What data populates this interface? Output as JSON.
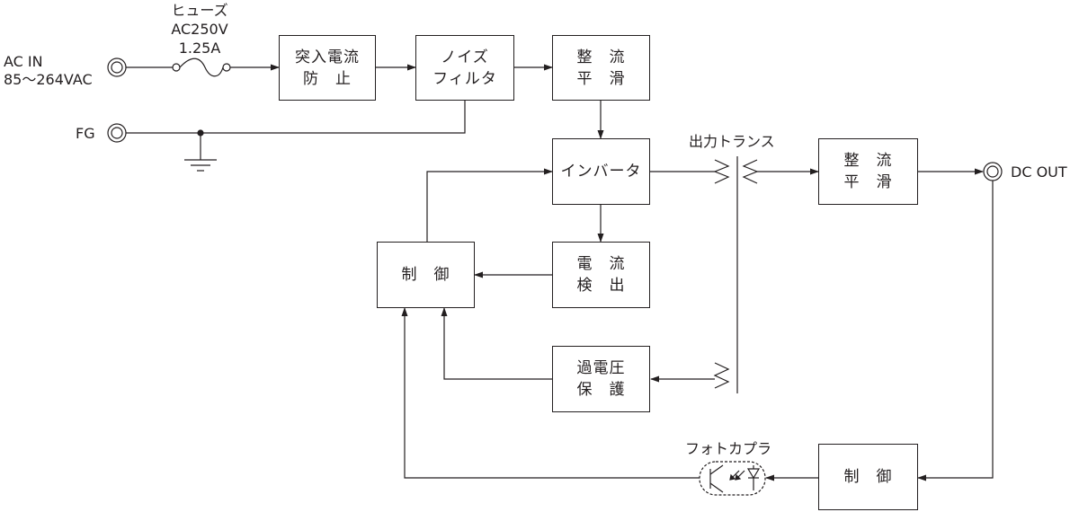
{
  "input": {
    "ac_in_label": "AC IN",
    "ac_in_range": "85～264VAC",
    "fg_label": "FG"
  },
  "fuse": {
    "name": "ヒューズ",
    "voltage": "AC250V",
    "current": "1.25A"
  },
  "blocks": {
    "inrush": [
      "突入電流",
      "防　止"
    ],
    "noise_filter": [
      "ノイズ",
      "フィルタ"
    ],
    "rectifier_in": [
      "整　流",
      "平　滑"
    ],
    "inverter": [
      "インバータ"
    ],
    "current_detect": [
      "電　流",
      "検　出"
    ],
    "control_main": [
      "制　御"
    ],
    "overvoltage": [
      "過電圧",
      "保　護"
    ],
    "rectifier_out": [
      "整　流",
      "平　滑"
    ],
    "control_out": [
      "制　御"
    ]
  },
  "labels": {
    "transformer": "出力トランス",
    "photocoupler": "フォトカプラ",
    "dc_out": "DC OUT"
  },
  "colors": {
    "line": "#231f20",
    "background": "#ffffff"
  }
}
